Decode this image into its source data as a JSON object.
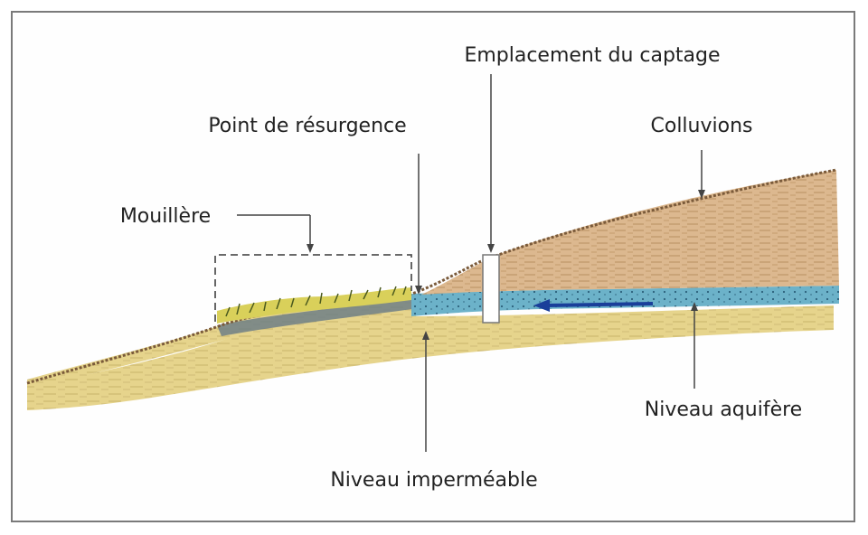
{
  "labels": {
    "captage": "Emplacement du captage",
    "resurgence": "Point de résurgence",
    "colluvions": "Colluvions",
    "mouillere": "Mouillère",
    "aquifere": "Niveau aquifère",
    "impermeable": "Niveau imperméable"
  },
  "colors": {
    "sand": "#e6d48c",
    "colluvium": "#dcb88f",
    "aquifer": "#6cb2c9",
    "flow_arrow": "#1a3f9a",
    "grass": "#d9d05a",
    "leader": "#444444"
  }
}
